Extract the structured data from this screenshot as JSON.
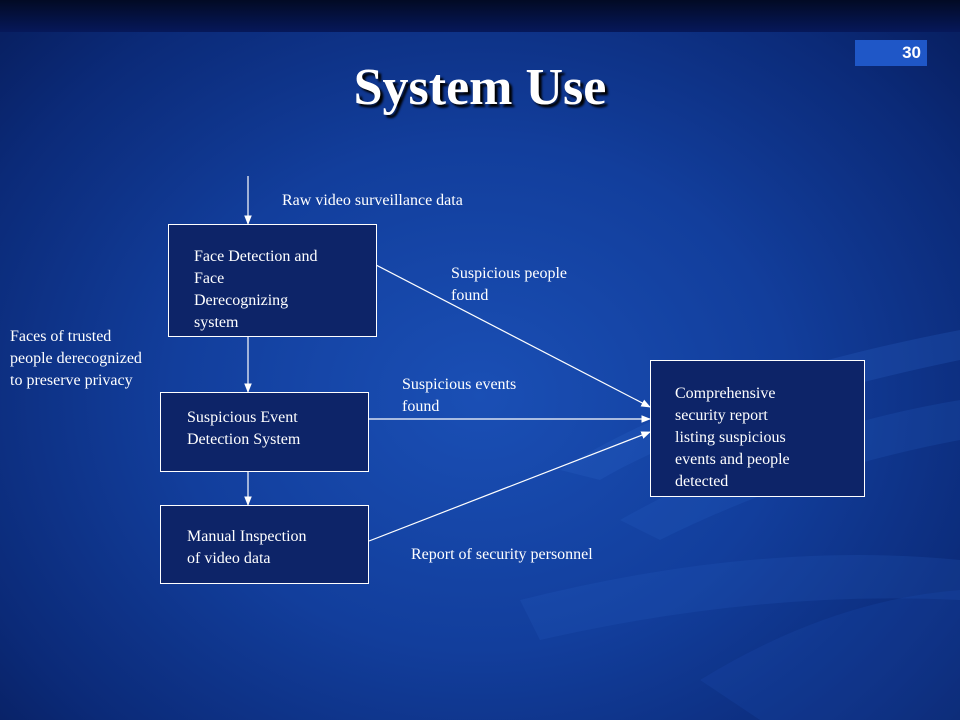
{
  "slide": {
    "number": "30",
    "title": "System Use"
  },
  "diagram": {
    "nodes": {
      "face_detection": [
        "Face Detection and",
        "Face",
        "Derecognizing",
        "system"
      ],
      "event_detection": [
        "Suspicious Event",
        "Detection System"
      ],
      "manual_inspection": [
        "Manual Inspection",
        "of video data"
      ],
      "report": [
        "Comprehensive",
        "security report",
        "listing suspicious",
        "events and people",
        "detected"
      ]
    },
    "edge_labels": {
      "raw_input": "Raw video surveillance data",
      "people_found": [
        "Suspicious people",
        "found"
      ],
      "events_found": [
        "Suspicious events",
        "found"
      ],
      "personnel_report": "Report of security personnel",
      "trusted_faces": [
        "Faces of trusted",
        "people derecognized",
        "to preserve privacy"
      ]
    }
  }
}
